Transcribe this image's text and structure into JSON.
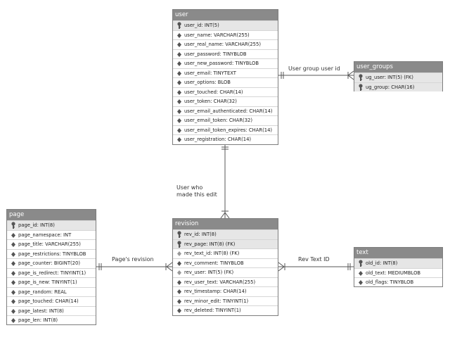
{
  "entities": {
    "user": {
      "title": "user",
      "fields": [
        {
          "text": "user_id: INT(5)",
          "key": "pk"
        },
        {
          "text": "user_name: VARCHAR(255)",
          "key": "attr"
        },
        {
          "text": "user_real_name: VARCHAR(255)",
          "key": "attr"
        },
        {
          "text": "user_password: TINYBLOB",
          "key": "attr"
        },
        {
          "text": "user_new_password: TINYBLOB",
          "key": "attr"
        },
        {
          "text": "user_email: TINYTEXT",
          "key": "attr"
        },
        {
          "text": "user_options: BLOB",
          "key": "attr"
        },
        {
          "text": "user_touched: CHAR(14)",
          "key": "attr"
        },
        {
          "text": "user_token: CHAR(32)",
          "key": "attr"
        },
        {
          "text": "user_email_authenticated: CHAR(14)",
          "key": "attr"
        },
        {
          "text": "user_email_token: CHAR(32)",
          "key": "attr"
        },
        {
          "text": "user_email_token_expires: CHAR(14)",
          "key": "attr"
        },
        {
          "text": "user_registration: CHAR(14)",
          "key": "attr"
        }
      ]
    },
    "user_groups": {
      "title": "user_groups",
      "fields": [
        {
          "text": "ug_user: INT(5) (FK)",
          "key": "pk"
        },
        {
          "text": "ug_group: CHAR(16)",
          "key": "pk"
        }
      ]
    },
    "page": {
      "title": "page",
      "fields": [
        {
          "text": "page_id: INT(8)",
          "key": "pk"
        },
        {
          "text": "page_namespace: INT",
          "key": "attr"
        },
        {
          "text": "page_title: VARCHAR(255)",
          "key": "attr"
        },
        {
          "text": "page_restrictions: TINYBLOB",
          "key": "attr"
        },
        {
          "text": "page_counter: BIGINT(20)",
          "key": "attr"
        },
        {
          "text": "page_is_redirect: TINYINT(1)",
          "key": "attr"
        },
        {
          "text": "page_is_new: TINYINT(1)",
          "key": "attr"
        },
        {
          "text": "page_random: REAL",
          "key": "attr"
        },
        {
          "text": "page_touched: CHAR(14)",
          "key": "attr"
        },
        {
          "text": "page_latest: INT(8)",
          "key": "attr"
        },
        {
          "text": "page_len: INT(8)",
          "key": "attr"
        }
      ]
    },
    "revision": {
      "title": "revision",
      "fields": [
        {
          "text": "rev_id: INT(8)",
          "key": "pk"
        },
        {
          "text": "rev_page: INT(8) (FK)",
          "key": "pk"
        },
        {
          "text": "rev_text_id: INT(8) (FK)",
          "key": "fk"
        },
        {
          "text": "rev_comment: TINYBLOB",
          "key": "attr"
        },
        {
          "text": "rev_user: INT(5) (FK)",
          "key": "fk"
        },
        {
          "text": "rev_user_text: VARCHAR(255)",
          "key": "attr"
        },
        {
          "text": "rev_timestamp: CHAR(14)",
          "key": "attr"
        },
        {
          "text": "rev_minor_edit: TINYINT(1)",
          "key": "attr"
        },
        {
          "text": "rev_deleted: TINYINT(1)",
          "key": "attr"
        }
      ]
    },
    "text": {
      "title": "text",
      "fields": [
        {
          "text": "old_id: INT(8)",
          "key": "pk"
        },
        {
          "text": "old_text: MEDIUMBLOB",
          "key": "attr"
        },
        {
          "text": "old_flags: TINYBLOB",
          "key": "attr"
        }
      ]
    }
  },
  "relationships": {
    "user_usergroups": {
      "label": "User group user id"
    },
    "user_revision": {
      "label_line1": "User who",
      "label_line2": "made this edit"
    },
    "page_revision": {
      "label": "Page's revision"
    },
    "text_revision": {
      "label": "Rev Text ID"
    }
  }
}
